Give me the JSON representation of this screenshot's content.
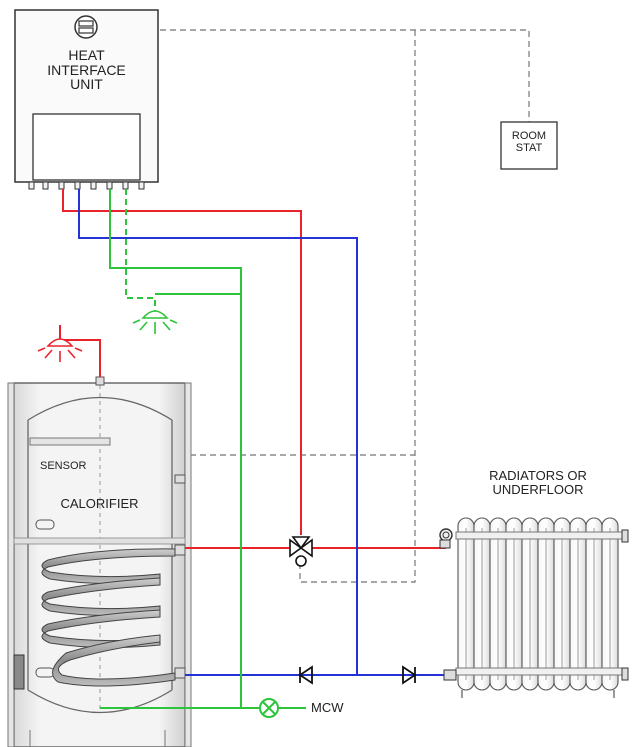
{
  "labels": {
    "hiu_line1": "HEAT",
    "hiu_line2": "INTERFACE",
    "hiu_line3": "UNIT",
    "room_stat_line1": "ROOM",
    "room_stat_line2": "STAT",
    "sensor": "SENSOR",
    "calorifier": "CALORIFIER",
    "radiators_line1": "RADIATORS OR",
    "radiators_line2": "UNDERFLOOR",
    "mcw": "MCW"
  },
  "colors": {
    "flow": "#e8232a",
    "return": "#2433d6",
    "cold_water": "#2bc43a",
    "control_wiring": "#8a8a8a",
    "equipment": "#333333"
  },
  "icons": [
    "hiu-display-icon",
    "three-port-valve-icon",
    "check-valve-icon",
    "isolation-valve-icon",
    "hot-outlet-icon",
    "cold-outlet-icon",
    "radiator-icon",
    "coil-icon"
  ]
}
